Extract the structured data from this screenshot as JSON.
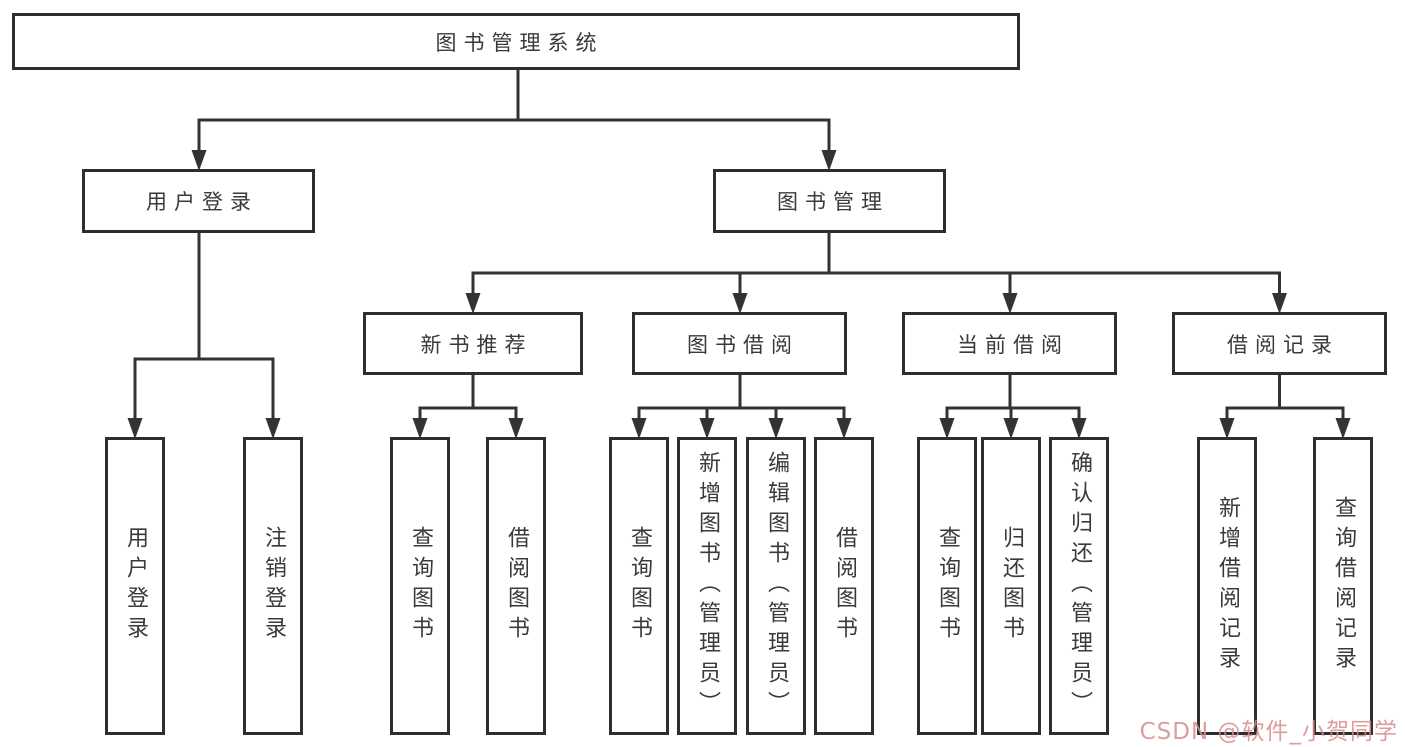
{
  "diagram": {
    "title": "图书管理系统",
    "branches": [
      {
        "label": "用户登录",
        "children": [
          "用户登录",
          "注销登录"
        ]
      },
      {
        "label": "图书管理",
        "sections": [
          {
            "label": "新书推荐",
            "children": [
              "查询图书",
              "借阅图书"
            ]
          },
          {
            "label": "图书借阅",
            "children": [
              "查询图书",
              "新增图书（管理员）",
              "编辑图书（管理员）",
              "借阅图书"
            ]
          },
          {
            "label": "当前借阅",
            "children": [
              "查询图书",
              "归还图书",
              "确认归还（管理员）"
            ]
          },
          {
            "label": "借阅记录",
            "children": [
              "新增借阅记录",
              "查询借阅记录"
            ]
          }
        ]
      }
    ]
  },
  "watermark": {
    "text": "CSDN @软件_小贺同学"
  },
  "colors": {
    "line": "#333333",
    "box_border": "#2e2e2e",
    "text": "#3a3a3a",
    "watermark": "#d88c8c",
    "background": "#ffffff"
  }
}
